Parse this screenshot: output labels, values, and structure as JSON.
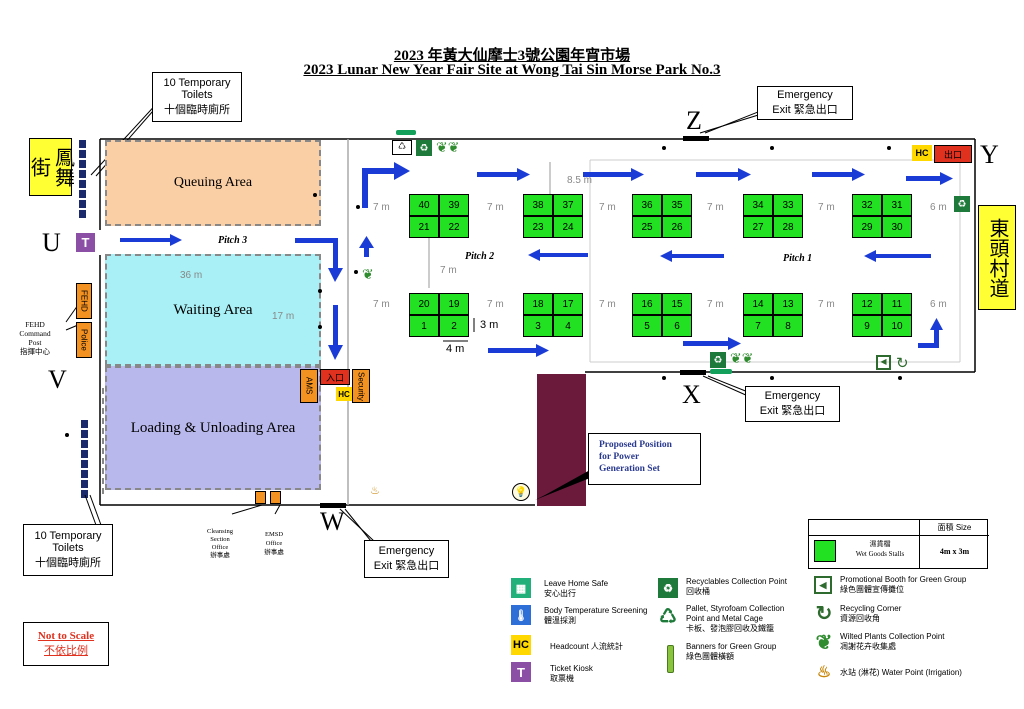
{
  "title": {
    "zh": "2023 年黃大仙摩士3號公園年宵市場",
    "en": "2023 Lunar New Year Fair Site at Wong Tai Sin Morse Park No.3"
  },
  "areas": {
    "queuing": "Queuing Area",
    "waiting": "Waiting Area",
    "loading": "Loading & Unloading Area",
    "pitch3": "Pitch 3",
    "pitch2": "Pitch 2",
    "pitch1": "Pitch 1"
  },
  "dims": {
    "36m": "36 m",
    "17m": "17 m",
    "7m": "7 m",
    "6m": "6 m",
    "8_5m": "8.5 m",
    "3m": "3 m",
    "4m": "4 m"
  },
  "roads": {
    "left": "鳳舞街",
    "right": "東頭村道"
  },
  "letters": {
    "U": "U",
    "V": "V",
    "W": "W",
    "X": "X",
    "Y": "Y",
    "Z": "Z"
  },
  "callouts": {
    "toilets_top": [
      "10 Temporary",
      "Toilets",
      "十個臨時廁所"
    ],
    "toilets_bottom": [
      "10 Temporary",
      "Toilets",
      "十個臨時廁所"
    ],
    "exit_z": [
      "Emergency",
      "Exit 緊急出口"
    ],
    "exit_x": [
      "Emergency",
      "Exit 緊急出口"
    ],
    "exit_w": [
      "Emergency",
      "Exit 緊急出口"
    ],
    "fehd_post": [
      "FEHD",
      "Command",
      "Post",
      "指揮中心"
    ],
    "power": [
      "Proposed  Position",
      "for Power",
      "Generation Set"
    ],
    "cleansing": [
      "Cleansing",
      "Section",
      "Office",
      "辦事處"
    ],
    "emsd": [
      "EMSD",
      "Office",
      "辦事處"
    ]
  },
  "boxes": {
    "fehd": "FEHD",
    "police": "Police",
    "ams": "AMS",
    "security": "Security",
    "entrance": "入口",
    "exit": "出口",
    "hc": "HC",
    "ticket": "T"
  },
  "stalls_row_top": [
    [
      "40",
      "39",
      "21",
      "22"
    ],
    [
      "38",
      "37",
      "23",
      "24"
    ],
    [
      "36",
      "35",
      "25",
      "26"
    ],
    [
      "34",
      "33",
      "27",
      "28"
    ],
    [
      "32",
      "31",
      "29",
      "30"
    ]
  ],
  "stalls_row_bottom": [
    [
      "20",
      "19",
      "1",
      "2"
    ],
    [
      "18",
      "17",
      "3",
      "4"
    ],
    [
      "16",
      "15",
      "5",
      "6"
    ],
    [
      "14",
      "13",
      "7",
      "8"
    ],
    [
      "12",
      "11",
      "9",
      "10"
    ]
  ],
  "size_table": {
    "header": "面積 Size",
    "label_zh": "濕貨檔",
    "label_en": "Wet Goods Stalls",
    "value": "4m x 3m"
  },
  "not_to_scale": {
    "en": "Not to Scale",
    "zh": "不依比例"
  },
  "legend": [
    {
      "icon": "leave-home-safe-icon",
      "text": "Leave Home Safe",
      "zh": "安心出行"
    },
    {
      "icon": "temperature-screening-icon",
      "text": "Body Temperature Screening",
      "zh": "體溫採測"
    },
    {
      "icon": "headcount-icon",
      "symbol": "HC",
      "text": "Headcount 人流統計",
      "zh": ""
    },
    {
      "icon": "ticket-kiosk-icon",
      "symbol": "T",
      "text": "Ticket Kiosk",
      "zh": "取票機"
    },
    {
      "icon": "recyclables-icon",
      "text": "Recyclables Collection Point",
      "zh": "回收桶"
    },
    {
      "icon": "pallet-icon",
      "text": "Pallet, Styrofoam Collection Point and Metal Cage",
      "zh": "卡板、發泡膠回收及鐵籠"
    },
    {
      "icon": "banner-icon",
      "text": "Banners for Green Group",
      "zh": "綠色團體橫額"
    },
    {
      "icon": "promo-booth-icon",
      "text": "Promotional Booth for Green Group",
      "zh": "綠色團體宣傳攤位"
    },
    {
      "icon": "recycling-corner-icon",
      "text": "Recycling Corner",
      "zh": "資源回收角"
    },
    {
      "icon": "wilted-plants-icon",
      "text": "Wilted Plants Collection Point",
      "zh": "凋謝花卉收集處"
    },
    {
      "icon": "water-point-icon",
      "text": "水站 (淋花) Water Point (Irrigation)",
      "zh": ""
    }
  ],
  "colors": {
    "stall": "#22e022",
    "queuing": "#fbcfa5",
    "waiting": "#a8f0f5",
    "loading": "#b8b8ec",
    "generator": "#6b1a3c",
    "arrow": "#1a3bd6",
    "orange": "#f39221",
    "road": "#ffff33",
    "hc": "#ffd800",
    "red": "#e0301e"
  }
}
